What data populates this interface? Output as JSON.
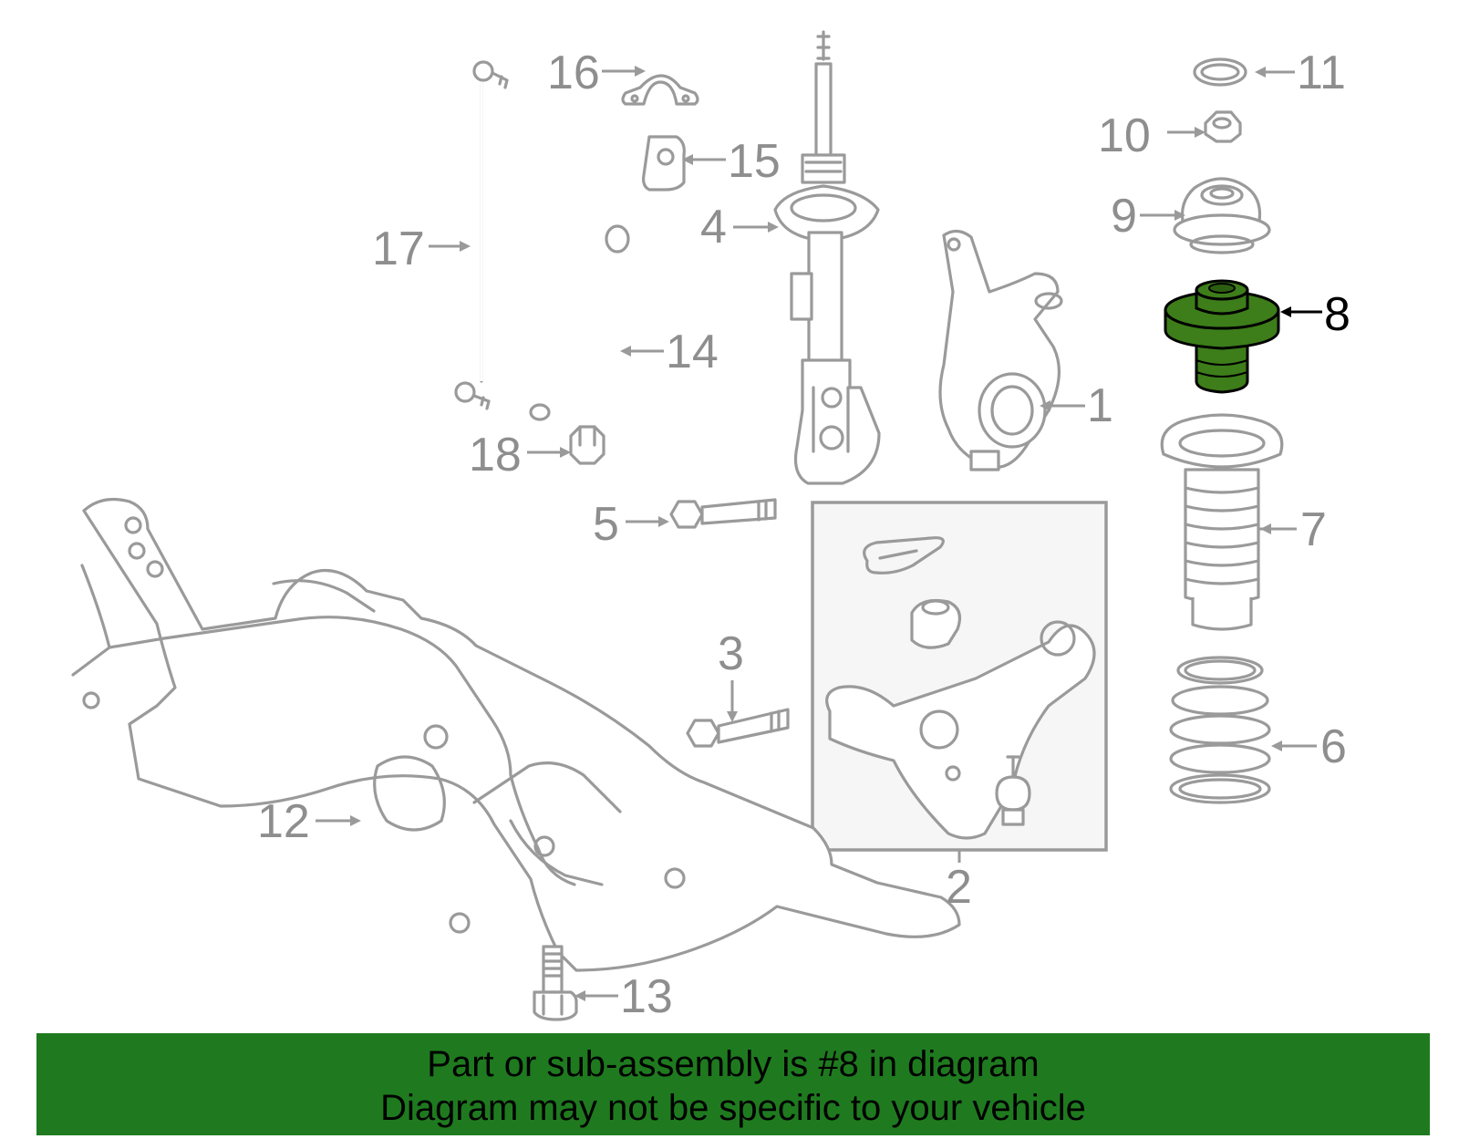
{
  "diagram": {
    "highlight_color": "#3d7d1a",
    "line_color": "#9a9a9a",
    "callouts": [
      {
        "id": "1",
        "label": "1"
      },
      {
        "id": "2",
        "label": "2"
      },
      {
        "id": "3",
        "label": "3"
      },
      {
        "id": "4",
        "label": "4"
      },
      {
        "id": "5",
        "label": "5"
      },
      {
        "id": "6",
        "label": "6"
      },
      {
        "id": "7",
        "label": "7"
      },
      {
        "id": "8",
        "label": "8",
        "highlighted": true
      },
      {
        "id": "9",
        "label": "9"
      },
      {
        "id": "10",
        "label": "10"
      },
      {
        "id": "11",
        "label": "11"
      },
      {
        "id": "12",
        "label": "12"
      },
      {
        "id": "13",
        "label": "13"
      },
      {
        "id": "14",
        "label": "14"
      },
      {
        "id": "15",
        "label": "15"
      },
      {
        "id": "16",
        "label": "16"
      },
      {
        "id": "17",
        "label": "17"
      },
      {
        "id": "18",
        "label": "18"
      }
    ]
  },
  "banner": {
    "background": "#1f7a1f",
    "line1": "Part or sub-assembly is #8 in diagram",
    "line2": "Diagram may not be specific to your vehicle"
  }
}
